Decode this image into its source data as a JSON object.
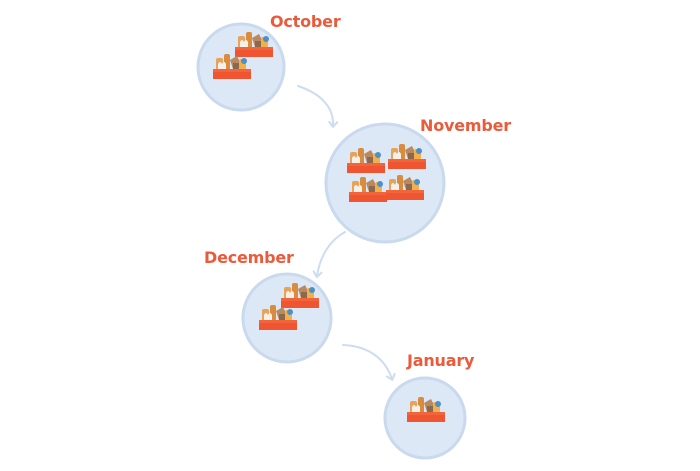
{
  "timeline": {
    "months": [
      {
        "label": "October",
        "boxes": 2
      },
      {
        "label": "November",
        "boxes": 4
      },
      {
        "label": "December",
        "boxes": 2
      },
      {
        "label": "January",
        "boxes": 1
      }
    ]
  },
  "colors": {
    "label": "#ea5a3b",
    "circle_fill": "#dde8f6",
    "circle_ring": "#c9d9ee",
    "arrow": "#cddcf0",
    "box": "#ee5530",
    "box_front": "#f2643c"
  },
  "icons": {
    "box": "food-donation-box-icon",
    "arrow": "curved-arrow-icon"
  }
}
